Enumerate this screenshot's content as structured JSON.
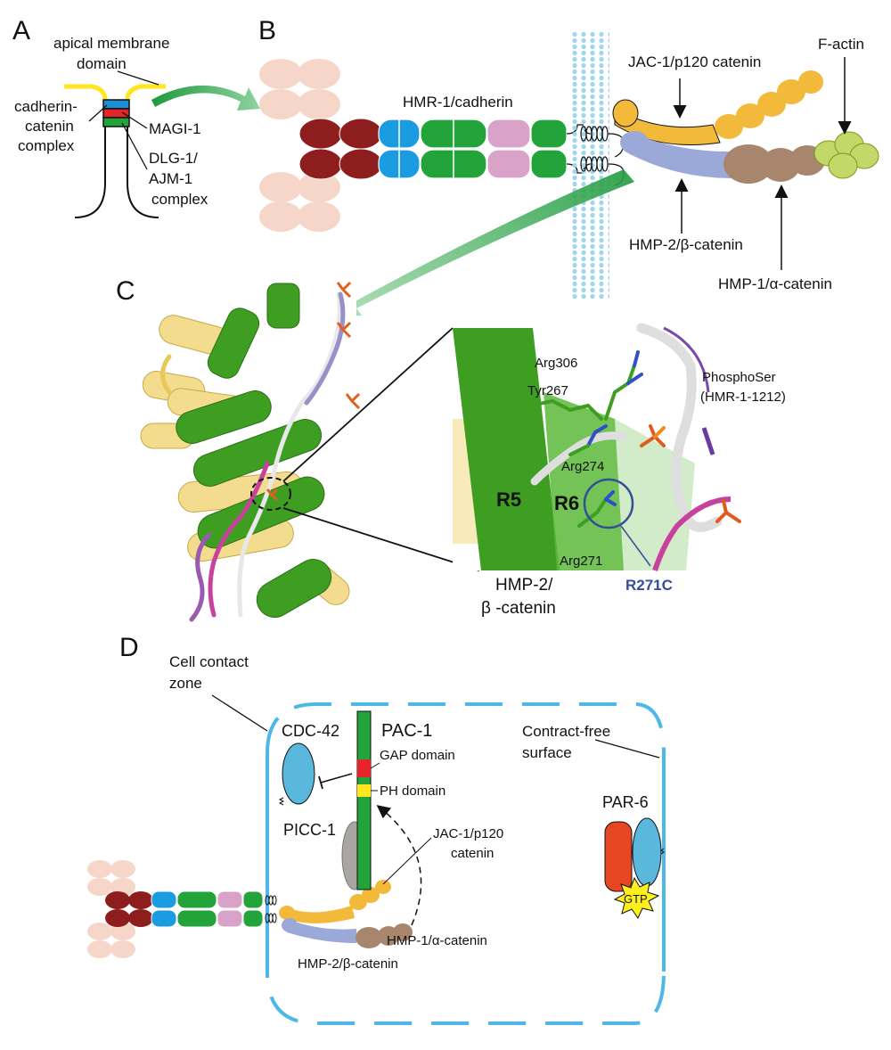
{
  "panels": {
    "a": "A",
    "b": "B",
    "c": "C",
    "d": "D"
  },
  "panel_a": {
    "apical_1": "apical membrane",
    "apical_2": "domain",
    "cadherin_1": "cadherin-",
    "cadherin_2": "catenin",
    "cadherin_3": "complex",
    "magi": "MAGI-1",
    "dlg_1": "DLG-1/",
    "dlg_2": "AJM-1",
    "dlg_3": "complex"
  },
  "panel_b": {
    "hmr1": "HMR-1/cadherin",
    "jac1": "JAC-1/p120 catenin",
    "factin": "F-actin",
    "hmp2": "HMP-2/β-catenin",
    "hmp1": "HMP-1/α-catenin"
  },
  "panel_c": {
    "arg306": "Arg306",
    "tyr267": "Tyr267",
    "arg274": "Arg274",
    "arg271": "Arg271",
    "r5": "R5",
    "r6": "R6",
    "phospho_1": "PhosphoSer",
    "phospho_2": "(HMR-1-1212)",
    "hmp2_1": "HMP-2/",
    "hmp2_2": "β -catenin",
    "r271c": "R271C"
  },
  "panel_d": {
    "contact_1": "Cell contact",
    "contact_2": "zone",
    "pac1": "PAC-1",
    "cdc42": "CDC-42",
    "gap": "GAP domain",
    "ph": "PH domain",
    "picc1": "PICC-1",
    "jac1_1": "JAC-1/p120",
    "jac1_2": "catenin",
    "hmp1": "HMP-1/α-catenin",
    "hmp2": "HMP-2/β-catenin",
    "free_1": "Contract-free",
    "free_2": "surface",
    "par6": "PAR-6",
    "gtp": "GTP"
  },
  "colors": {
    "ec_dark_red": "#8e1d1d",
    "ec_blue": "#1b9be0",
    "ec_green": "#22a43a",
    "ec_pink": "#d9a3c9",
    "catenin_yellow": "#f2b93b",
    "catenin_lavender": "#9aa9d8",
    "catenin_brown": "#a8866e",
    "factin_green": "#c4d86a",
    "membrane_blue": "#9fd6ee",
    "cell_outline": "#4db7e5",
    "helix_green": "#3e9e22",
    "helix_yellow": "#f3dc8e",
    "magenta": "#c8419c",
    "r271c_blue": "#344f9a",
    "par6_red": "#e64622",
    "gtp_yellow": "#ffef1e",
    "gap_red": "#e6242a",
    "ph_yellow": "#ffe61e"
  }
}
